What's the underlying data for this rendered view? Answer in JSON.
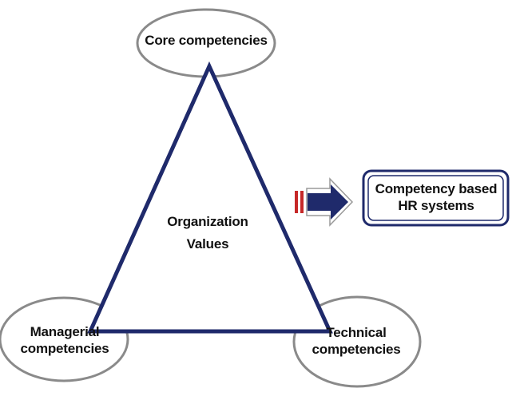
{
  "diagram": {
    "nodes": {
      "core": {
        "text": "Core competencies"
      },
      "managerial": {
        "line1": "Managerial",
        "line2": "competencies"
      },
      "technical": {
        "line1": "Technical",
        "line2": "competencies"
      },
      "center": {
        "line1": "Organization",
        "line2": "Values"
      },
      "output": {
        "line1": "Competency based",
        "line2": "HR systems"
      }
    },
    "colors": {
      "triangle_stroke": "#1f2a6b",
      "ellipse_stroke": "#8a8a8a",
      "arrow_fill": "#1f2a6b",
      "arrow_outline": "#9a9a9a",
      "arrow_bars": "#c62828",
      "box_stroke": "#1f2a6b",
      "text": "#111111"
    }
  }
}
